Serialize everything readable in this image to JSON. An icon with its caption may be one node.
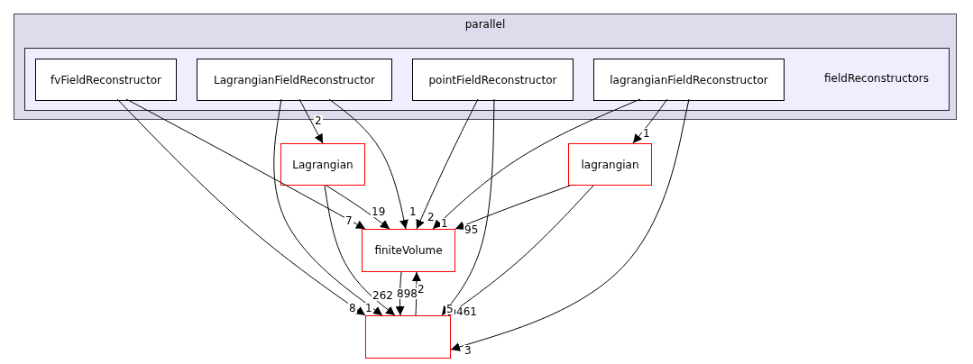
{
  "diagram": {
    "nodes": [
      {
        "text": [
          "parallel"
        ]
      },
      {
        "text": [
          "fieldReconstructors"
        ],
        "in": 0
      },
      {
        "text": [
          "fvFieldReconstructor"
        ],
        "in": 1
      },
      {
        "text": [
          "LagrangianFieldReconstructor"
        ],
        "in": 1
      },
      {
        "text": [
          "pointFieldReconstructor"
        ],
        "in": 1
      },
      {
        "text": [
          "lagrangianFieldReconstructor"
        ],
        "in": 1
      },
      {
        "text": [
          "Lagrangian"
        ]
      },
      {
        "text": [
          "lagrangian"
        ]
      },
      {
        "text": [
          "finiteVolume"
        ]
      },
      {
        "text": [],
        "shape": "box"
      }
    ],
    "edges": [
      {
        "from": 2,
        "to": 8,
        "arrow": "to",
        "label": "7"
      },
      {
        "from": 2,
        "to": 9,
        "arrow": "to",
        "label": "8"
      },
      {
        "from": 3,
        "to": 6,
        "arrow": "to",
        "label": "2"
      },
      {
        "from": 3,
        "to": 8,
        "arrow": "to",
        "label": "1"
      },
      {
        "from": 3,
        "to": 9,
        "arrow": "to",
        "label": "1"
      },
      {
        "from": 4,
        "to": 8,
        "arrow": "to",
        "label": "2"
      },
      {
        "from": 4,
        "to": 9,
        "arrow": "to",
        "label": "5"
      },
      {
        "from": 5,
        "to": 8,
        "arrow": "to",
        "label": "1"
      },
      {
        "from": 5,
        "to": 7,
        "arrow": "to",
        "label": "1"
      },
      {
        "from": 5,
        "to": 9,
        "arrow": "to",
        "label": "3"
      },
      {
        "from": 6,
        "to": 8,
        "arrow": "to",
        "label": "19"
      },
      {
        "from": 6,
        "to": 9,
        "arrow": "to",
        "label": "262"
      },
      {
        "from": 7,
        "to": 8,
        "arrow": "to",
        "label": "95"
      },
      {
        "from": 7,
        "to": 9,
        "arrow": "to",
        "label": "461"
      },
      {
        "from": 8,
        "to": 9,
        "arrow": "to",
        "label": "898"
      },
      {
        "from": 9,
        "to": 8,
        "arrow": "to",
        "label": "2"
      }
    ]
  }
}
